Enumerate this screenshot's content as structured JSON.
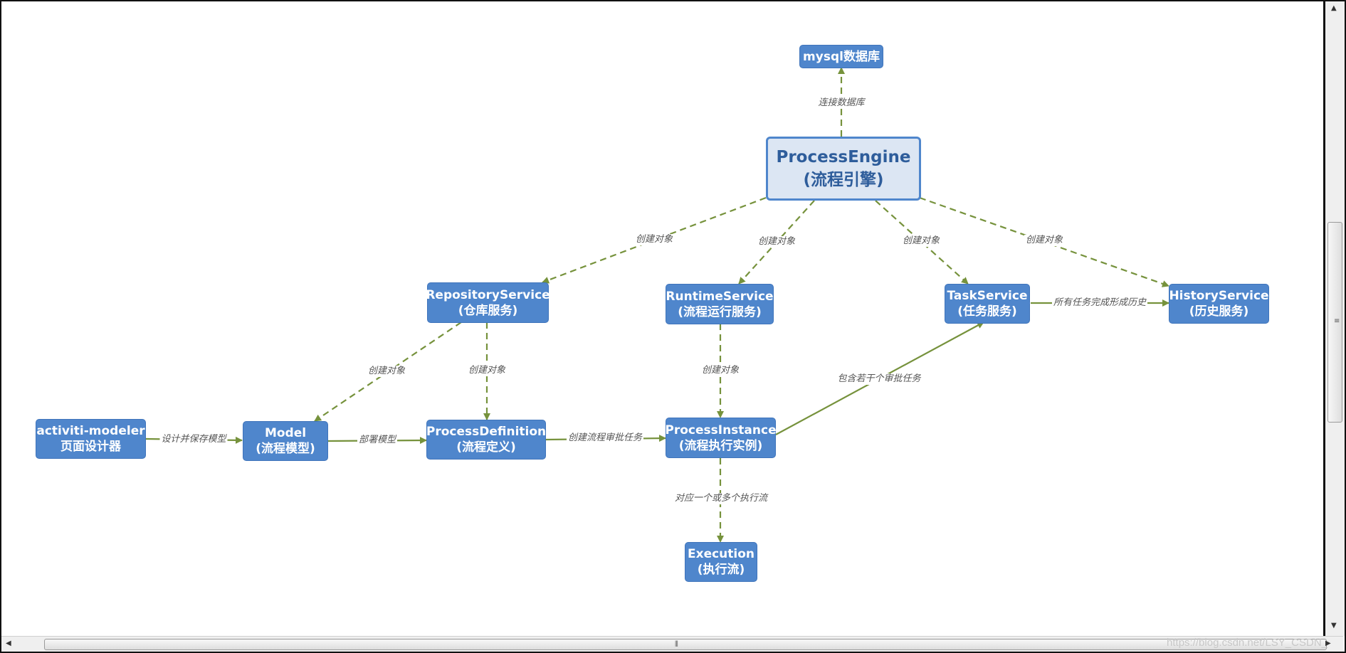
{
  "nodes": {
    "mysql": {
      "line1": "mysql数据库",
      "line2": ""
    },
    "engine": {
      "line1": "ProcessEngine",
      "line2": "(流程引擎)"
    },
    "repository": {
      "line1": "RepositoryService",
      "line2": "(仓库服务)"
    },
    "runtime": {
      "line1": "RuntimeService",
      "line2": "(流程运行服务)"
    },
    "task": {
      "line1": "TaskService",
      "line2": "(任务服务)"
    },
    "history": {
      "line1": "HistoryService",
      "line2": "(历史服务)"
    },
    "modeler": {
      "line1": "activiti-modeler",
      "line2": "页面设计器"
    },
    "model": {
      "line1": "Model",
      "line2": "(流程模型)"
    },
    "definition": {
      "line1": "ProcessDefinition",
      "line2": "(流程定义)"
    },
    "instance": {
      "line1": "ProcessInstance",
      "line2": "(流程执行实例)"
    },
    "execution": {
      "line1": "Execution",
      "line2": "(执行流)"
    }
  },
  "edges": {
    "connect_db": "连接数据库",
    "create_repository": "创建对象",
    "create_runtime": "创建对象",
    "create_task": "创建对象",
    "create_history": "创建对象",
    "repository_model": "创建对象",
    "repository_definition": "创建对象",
    "runtime_instance": "创建对象",
    "modeler_model": "设计并保存模型",
    "model_definition": "部署模型",
    "definition_instance": "创建流程审批任务",
    "instance_task": "包含若干个审批任务",
    "task_history": "所有任务完成形成历史",
    "instance_execution": "对应一个或多个执行流"
  },
  "colors": {
    "node_fill": "#4f86cc",
    "main_node_fill": "#dce6f3",
    "edge": "#76923c"
  },
  "watermark": "https://blog.csdn.net/LSY_CSDN_"
}
